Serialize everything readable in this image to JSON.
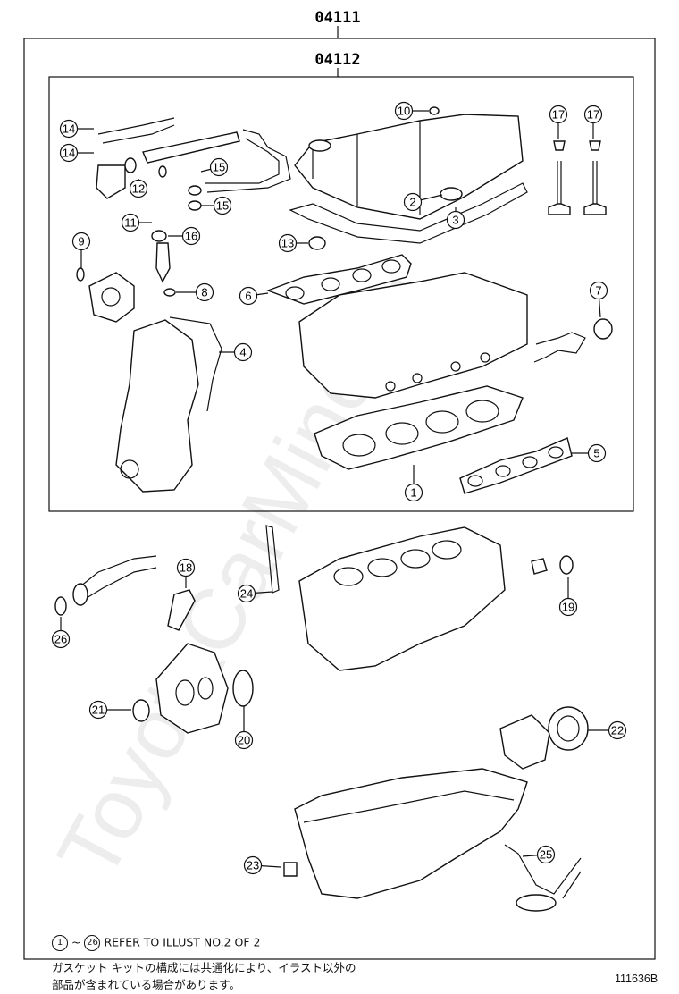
{
  "outer_kit_code": "04111",
  "inner_kit_code": "04112",
  "watermark": "ToyotaCarMine.ru",
  "callouts": [
    {
      "n": "1"
    },
    {
      "n": "2"
    },
    {
      "n": "3"
    },
    {
      "n": "4"
    },
    {
      "n": "5"
    },
    {
      "n": "6"
    },
    {
      "n": "7"
    },
    {
      "n": "8"
    },
    {
      "n": "9"
    },
    {
      "n": "10"
    },
    {
      "n": "11"
    },
    {
      "n": "12"
    },
    {
      "n": "13"
    },
    {
      "n": "14"
    },
    {
      "n": "14"
    },
    {
      "n": "15"
    },
    {
      "n": "15"
    },
    {
      "n": "16"
    },
    {
      "n": "17"
    },
    {
      "n": "17"
    },
    {
      "n": "18"
    },
    {
      "n": "19"
    },
    {
      "n": "20"
    },
    {
      "n": "21"
    },
    {
      "n": "22"
    },
    {
      "n": "23"
    },
    {
      "n": "24"
    },
    {
      "n": "25"
    },
    {
      "n": "26"
    }
  ],
  "notes": {
    "range_start": "1",
    "range_sep": "~",
    "range_end": "26",
    "refer_text": "REFER TO ILLUST NO.2 OF 2",
    "jp_line1": "ガスケット キットの構成には共通化により、イラスト以外の",
    "jp_line2": "部品が含まれている場合があります。"
  },
  "illustration_code": "111636B"
}
